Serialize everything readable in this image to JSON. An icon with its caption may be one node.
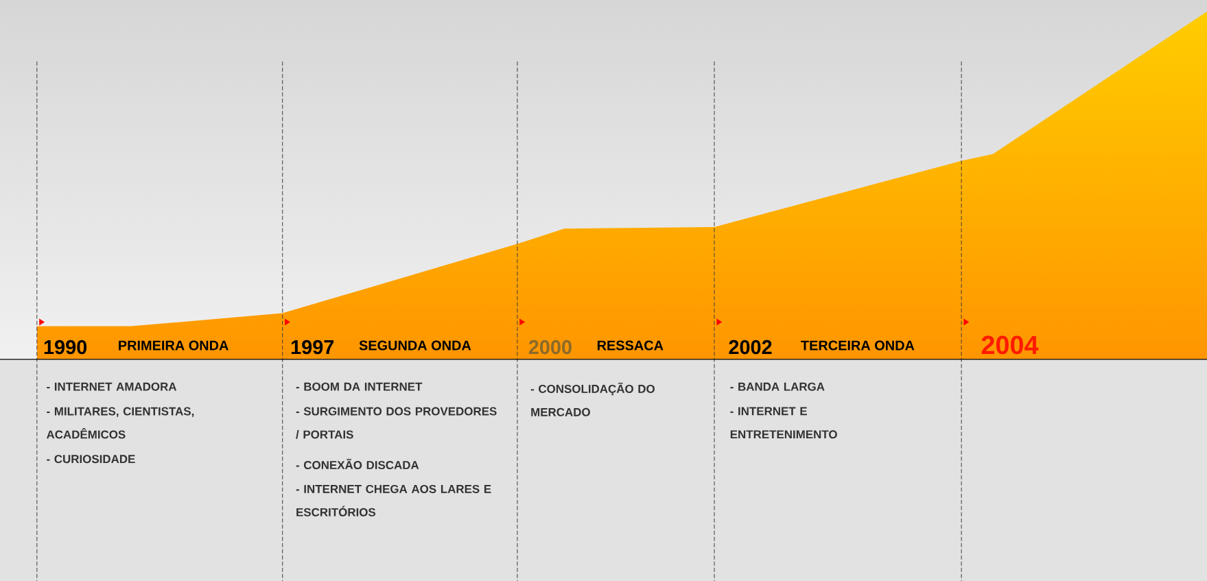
{
  "diagram": {
    "labels": [
      "1990",
      "PRIMEIRA ONDA",
      "1997",
      "SEGUNDA ONDA",
      "2000",
      "RESSACA",
      "2002",
      "TERCEIRA ONDA",
      "2004",
      "- INTERNET AMADORA",
      "- MILITARES, CIENTISTAS, ACADÊMICOS",
      "- CURIOSIDADE",
      "- BOOM DA INTERNET",
      "- SURGIMENTO DOS PROVEDORES / PORTAIS",
      "- CONEXÃO DISCADA",
      "- INTERNET CHEGA AOS LARES E ESCRITÓRIOS",
      "- CONSOLIDAÇÃO DO MERCADO",
      "- BANDA LARGA",
      "- INTERNET E ENTRETENIMENTO"
    ]
  }
}
